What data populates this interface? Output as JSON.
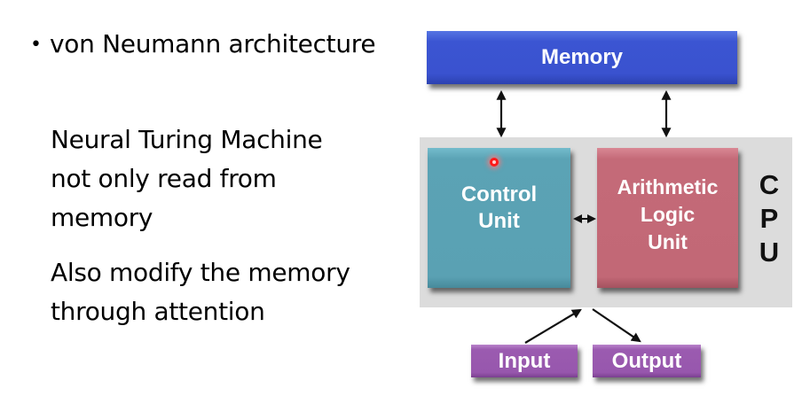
{
  "slide": {
    "bullet": {
      "icon": "bullet-dot",
      "text": "von Neumann architecture"
    },
    "paragraph1": [
      "Neural Turing Machine",
      "not only read from",
      "memory"
    ],
    "paragraph2": [
      "Also modify the memory",
      "through attention"
    ]
  },
  "diagram": {
    "memory_label": "Memory",
    "control_unit_lines": [
      "Control",
      "Unit"
    ],
    "alu_lines": [
      "Arithmetic",
      "Logic",
      "Unit"
    ],
    "cpu_letters": [
      "C",
      "P",
      "U"
    ],
    "input_label": "Input",
    "output_label": "Output",
    "colors": {
      "memory": "#3f5bd6",
      "control_unit": "#5ba3b5",
      "alu": "#c46a78",
      "io": "#9b5bb0",
      "cpu_panel": "#dcdcdc",
      "cursor": "#ff1a1a"
    },
    "connections": [
      {
        "from": "memory",
        "to": "control_unit",
        "type": "bidirectional"
      },
      {
        "from": "memory",
        "to": "alu",
        "type": "bidirectional"
      },
      {
        "from": "control_unit",
        "to": "alu",
        "type": "bidirectional"
      },
      {
        "from": "input",
        "to": "cpu",
        "type": "directed"
      },
      {
        "from": "cpu",
        "to": "output",
        "type": "directed"
      }
    ]
  }
}
